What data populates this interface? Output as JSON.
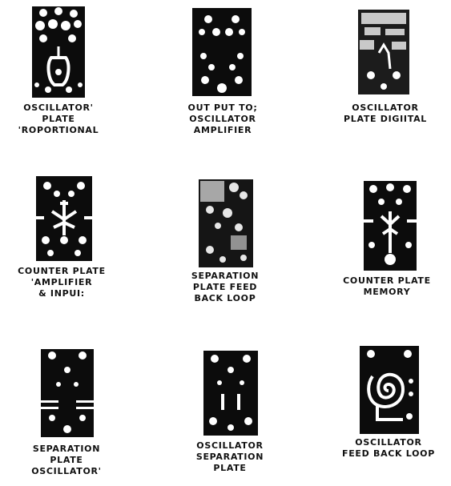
{
  "plates": [
    {
      "icon": "oscillator-plate-proportional",
      "caption": [
        "OSCILLATOR'",
        "PLATE",
        "'ROPORTIONAL"
      ]
    },
    {
      "icon": "output-to-oscillator-amplifier-plate",
      "caption": [
        "OUT PUT TO;",
        "OSCILLATOR",
        "AMPLIFIER"
      ]
    },
    {
      "icon": "oscillator-plate-digital",
      "caption": [
        "OSCILLATOR",
        "PLATE DIGIITAL"
      ]
    },
    {
      "icon": "counter-plate-amplifier-input",
      "caption": [
        "COUNTER PLATE",
        "'AMPLIFIER",
        "& INPUI:"
      ]
    },
    {
      "icon": "separation-plate-feedback-loop",
      "caption": [
        "SEPARATION",
        "PLATE FEED",
        "BACK LOOP"
      ]
    },
    {
      "icon": "counter-plate-memory",
      "caption": [
        "COUNTER PLATE",
        "MEMORY"
      ]
    },
    {
      "icon": "separation-plate-oscillator",
      "caption": [
        "SEPARATION",
        "PLATE",
        "OSCILLATOR'"
      ]
    },
    {
      "icon": "oscillator-separation-plate",
      "caption": [
        "OSCILLATOR",
        "SEPARATION",
        "PLATE"
      ]
    },
    {
      "icon": "oscillator-feedback-loop-plate",
      "caption": [
        "OSCILLATOR",
        "FEED BACK LOOP"
      ]
    }
  ]
}
